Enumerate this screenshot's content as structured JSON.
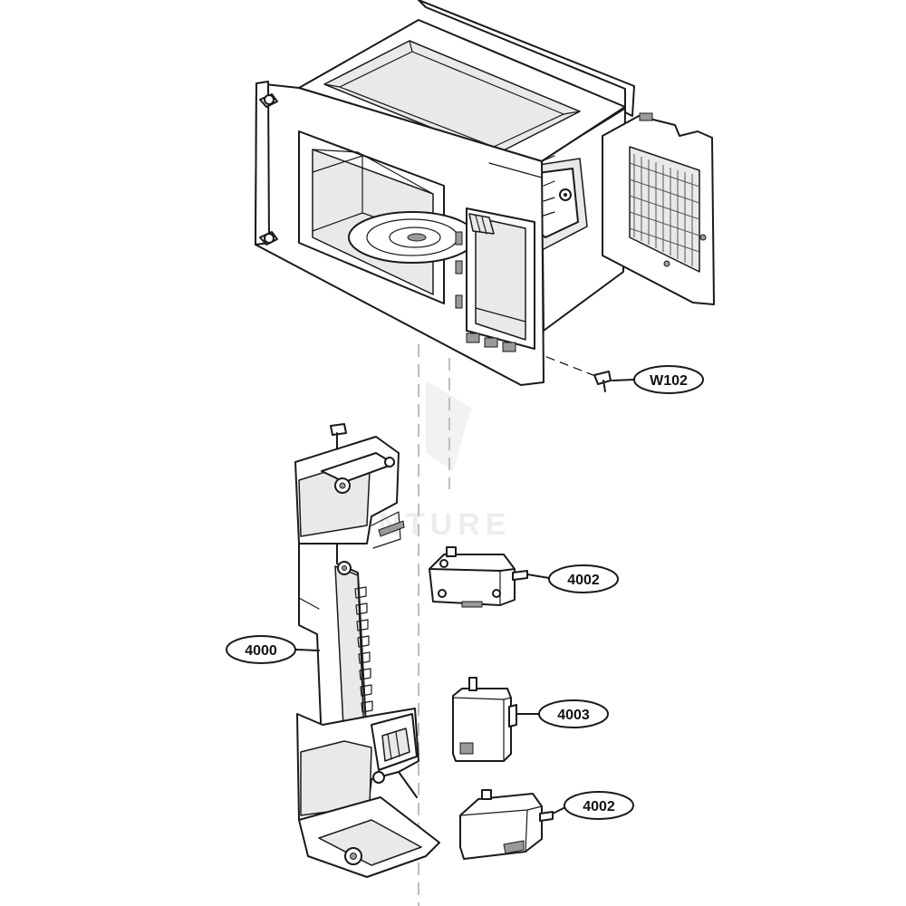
{
  "watermark": "VENTURE",
  "callouts": [
    {
      "id": "w102",
      "label": "W102"
    },
    {
      "id": "4002-top",
      "label": "4002"
    },
    {
      "id": "4000",
      "label": "4000"
    },
    {
      "id": "4003",
      "label": "4003"
    },
    {
      "id": "4002-bottom",
      "label": "4002"
    }
  ]
}
